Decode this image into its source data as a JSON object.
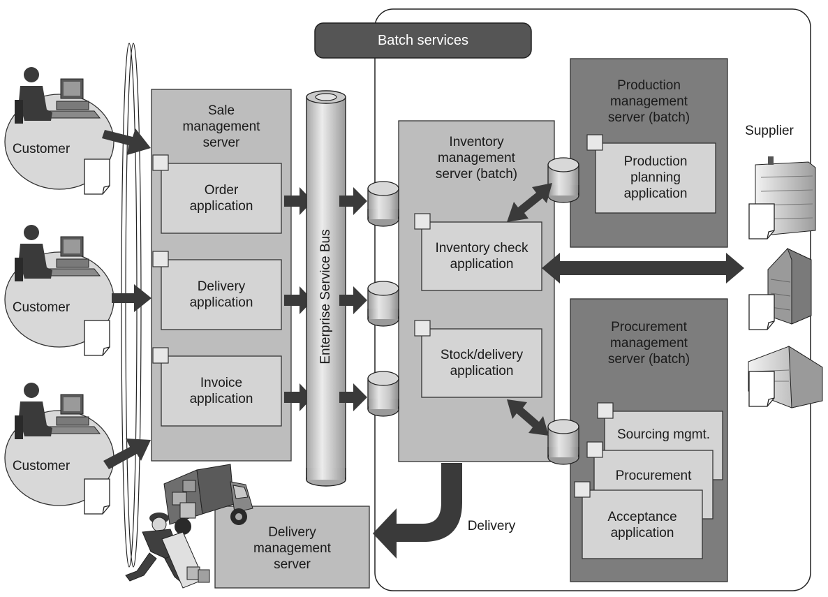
{
  "batch_services_title": "Batch services",
  "customers": [
    {
      "label": "Customer"
    },
    {
      "label": "Customer"
    },
    {
      "label": "Customer"
    }
  ],
  "sale_server": {
    "title": "Sale\nmanagement\nserver",
    "apps": [
      "Order\napplication",
      "Delivery\napplication",
      "Invoice\napplication"
    ]
  },
  "esb_label": "Enterprise Service Bus",
  "inventory_server": {
    "title": "Inventory\nmanagement\nserver (batch)",
    "apps": [
      "Inventory check\napplication",
      "Stock/delivery\napplication"
    ]
  },
  "production_server": {
    "title": "Production\nmanagement\nserver (batch)",
    "app": "Production\nplanning\napplication"
  },
  "procurement_server": {
    "title": "Procurement\nmanagement\nserver (batch)",
    "apps": [
      "Sourcing mgmt.",
      "Procurement",
      "Acceptance\napplication"
    ]
  },
  "supplier_label": "Supplier",
  "delivery_server": {
    "title": "Delivery\nmanagement\nserver"
  },
  "delivery_label": "Delivery",
  "colors": {
    "server_fill": "#bdbdbd",
    "app_fill": "#d4d4d4",
    "dark_server_fill": "#7d7d7d",
    "batch_header_fill": "#555555",
    "arrow_fill": "#3a3a3a",
    "customer_ellipse": "#d8d8d8"
  }
}
